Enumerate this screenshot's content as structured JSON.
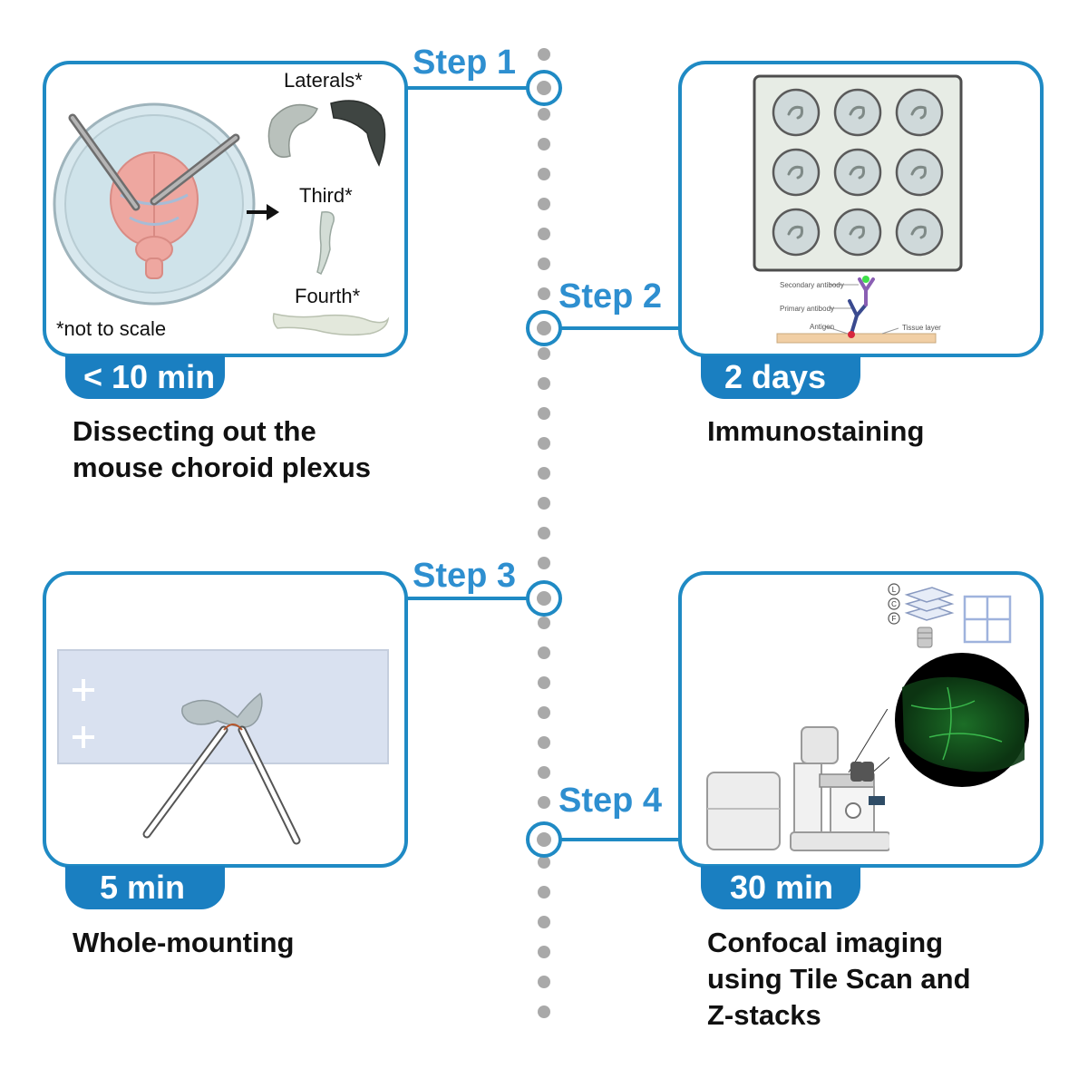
{
  "timeline": {
    "step1": "Step 1",
    "step2": "Step 2",
    "step3": "Step 3",
    "step4": "Step 4"
  },
  "step1": {
    "labels": {
      "laterals": "Laterals*",
      "third": "Third*",
      "fourth": "Fourth*"
    },
    "note": "*not to scale",
    "duration": "< 10 min",
    "caption_line1": "Dissecting out the",
    "caption_line2": "mouse choroid plexus"
  },
  "step2": {
    "antibody_labels": {
      "secondary": "Secondary antibody",
      "primary": "Primary antibody",
      "antigen": "Antigen",
      "tissue": "Tissue layer"
    },
    "duration": "2 days",
    "caption": "Immunostaining"
  },
  "step3": {
    "duration": "5 min",
    "caption": "Whole-mounting"
  },
  "step4": {
    "stack_letters": [
      "L",
      "C",
      "F"
    ],
    "duration": "30 min",
    "caption_line1": "Confocal imaging",
    "caption_line2": "using Tile Scan and",
    "caption_line3": "Z-stacks"
  },
  "colors": {
    "accent": "#1f8ac4",
    "step_text": "#2e8fd0",
    "badge": "#1a7fc1",
    "dots": "#a9a9a9"
  }
}
